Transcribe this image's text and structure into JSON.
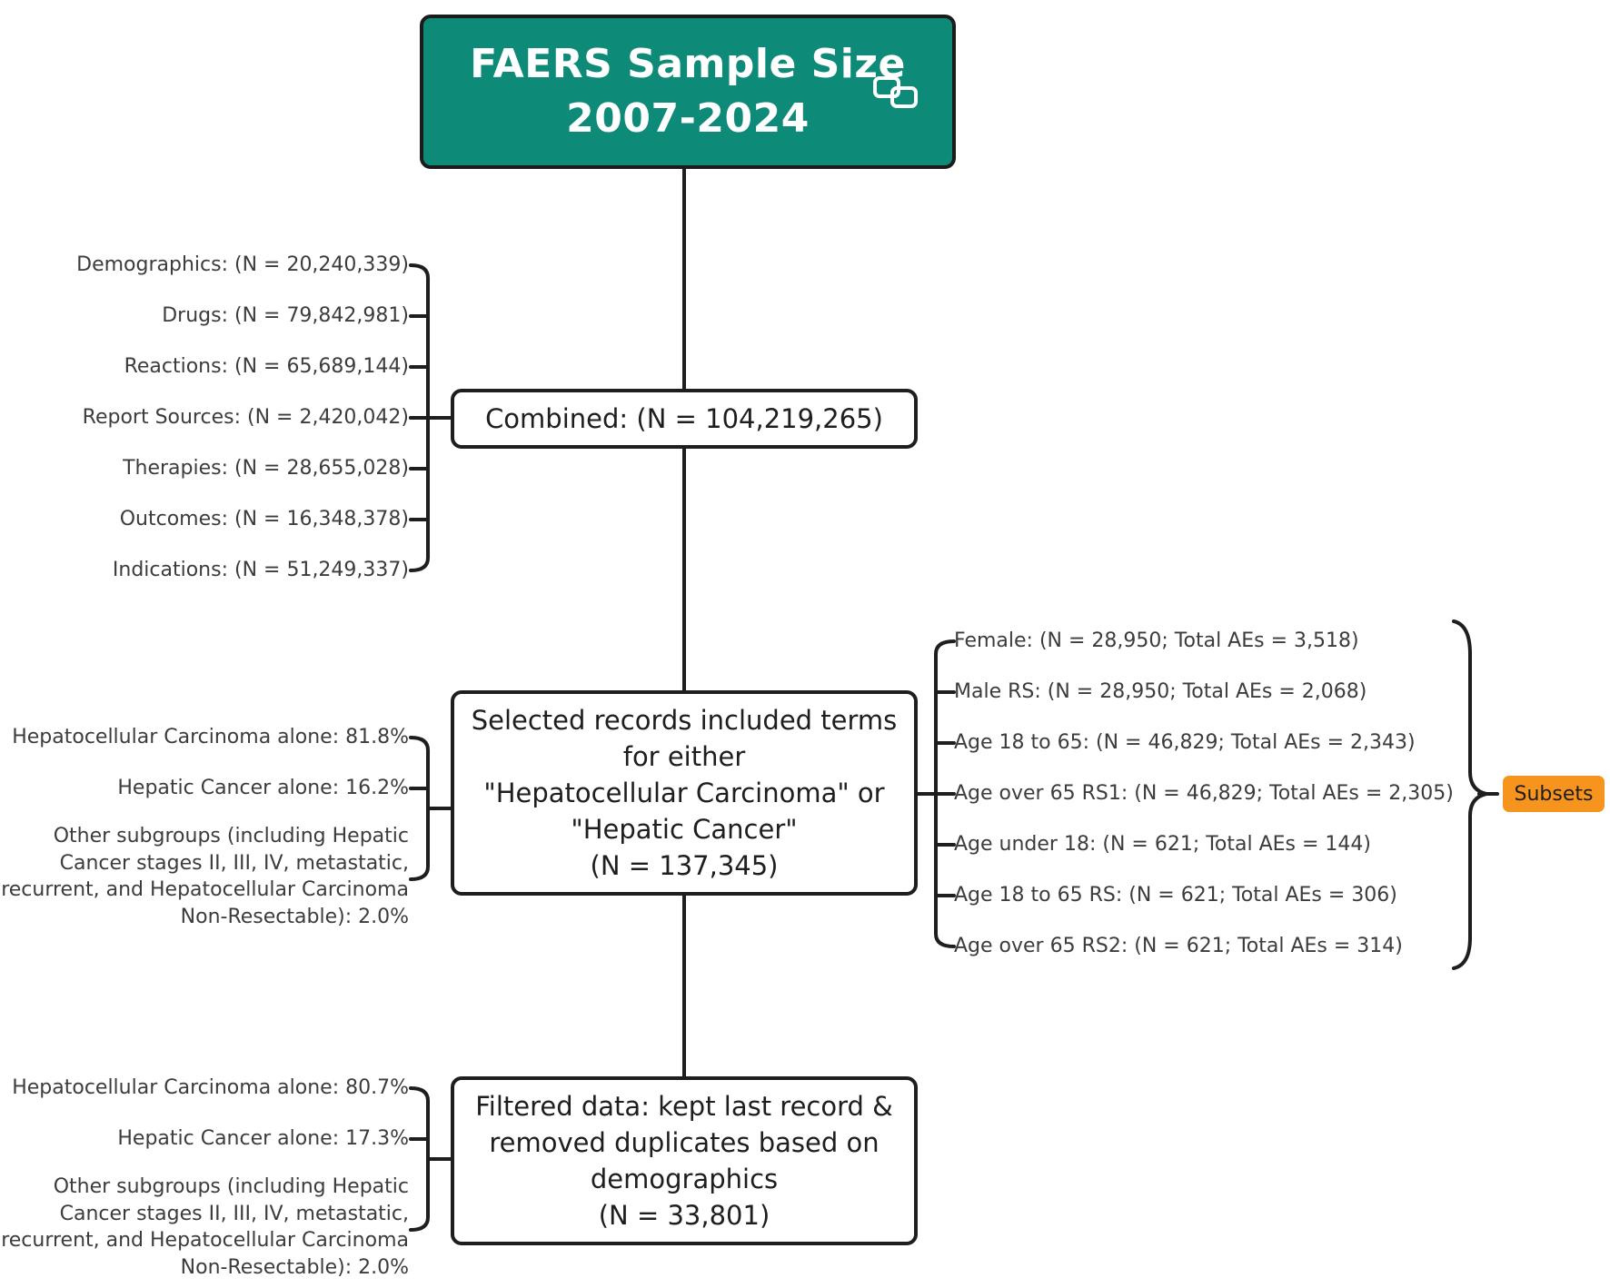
{
  "title": {
    "line1": "FAERS Sample Size",
    "line2": "2007-2024"
  },
  "combined": {
    "text": "Combined: (N = 104,219,265)"
  },
  "sources": [
    "Demographics: (N = 20,240,339)",
    "Drugs: (N = 79,842,981)",
    "Reactions: (N = 65,689,144)",
    "Report Sources: (N = 2,420,042)",
    "Therapies: (N = 28,655,028)",
    "Outcomes: (N = 16,348,378)",
    "Indications: (N = 51,249,337)"
  ],
  "selected": {
    "lines": [
      "Selected records included terms",
      "for either",
      "\"Hepatocellular Carcinoma\" or",
      "\"Hepatic Cancer\"",
      "(N = 137,345)"
    ]
  },
  "selected_breakdown": {
    "hcc": "Hepatocellular Carcinoma alone: 81.8%",
    "hepatic": "Hepatic Cancer alone: 16.2%",
    "other_lines": [
      "Other subgroups (including Hepatic",
      "Cancer stages II, III, IV, metastatic,",
      "recurrent, and Hepatocellular Carcinoma",
      "Non-Resectable): 2.0%"
    ]
  },
  "subsets": {
    "badge": "Subsets",
    "items": [
      "Female: (N = 28,950; Total AEs = 3,518)",
      "Male RS: (N = 28,950; Total AEs = 2,068)",
      "Age 18 to 65: (N = 46,829; Total AEs = 2,343)",
      "Age over 65 RS1: (N = 46,829; Total AEs = 2,305)",
      "Age under 18: (N = 621; Total AEs = 144)",
      "Age 18 to 65 RS: (N = 621; Total AEs = 306)",
      "Age over 65 RS2: (N = 621; Total AEs = 314)"
    ]
  },
  "filtered": {
    "lines": [
      "Filtered data: kept last record &",
      "removed duplicates based on",
      "demographics",
      "(N = 33,801)"
    ]
  },
  "filtered_breakdown": {
    "hcc": "Hepatocellular Carcinoma alone: 80.7%",
    "hepatic": "Hepatic Cancer alone: 17.3%",
    "other_lines": [
      "Other subgroups (including Hepatic",
      "Cancer stages II, III, IV, metastatic,",
      "recurrent, and Hepatocellular Carcinoma",
      "Non-Resectable): 2.0%"
    ]
  },
  "colors": {
    "title_fill": "#0e8a78",
    "subset_accent": "#f7941d",
    "line": "#1e1e1e"
  },
  "icons": {
    "title": "link-icon"
  }
}
